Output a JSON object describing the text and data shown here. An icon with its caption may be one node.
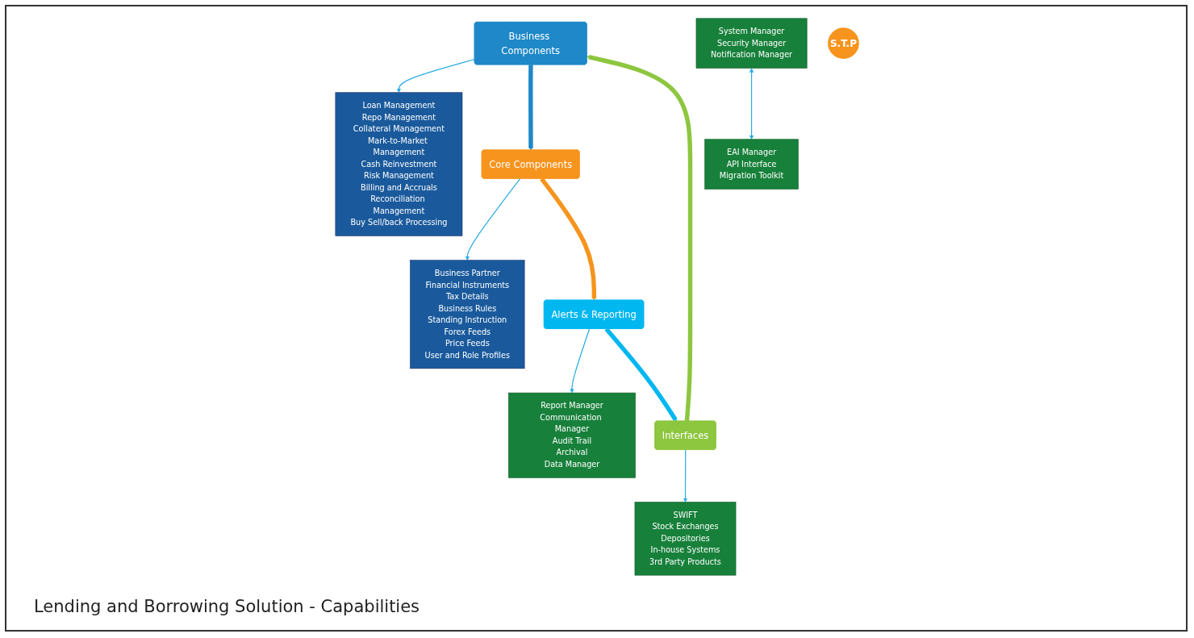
{
  "diagram": {
    "caption": "Lending and Borrowing Solution - Capabilities",
    "nodes": [
      {
        "text": [
          "System Manager",
          "Security Manager",
          "Notification Manager"
        ]
      },
      {
        "text": [
          "Loan Management",
          "Repo Management",
          "Collateral Management",
          "Mark-to-Market Management",
          "Cash Reinvestment",
          "Risk Management",
          "Billing and Accruals",
          "Reconciliation Management",
          "Buy Sell/back Processing"
        ]
      },
      {
        "text": [
          "Business Components"
        ]
      },
      {
        "text": [
          "Core Components"
        ]
      },
      {
        "text": [
          "Business Partner",
          "Financial Instruments",
          "Tax Details",
          "Business Rules",
          "Standing Instruction",
          "Forex Feeds",
          "Price Feeds",
          "User and Role Profiles"
        ]
      },
      {
        "text": [
          "S.T.P"
        ]
      },
      {
        "text": [
          "SWIFT",
          "Stock Exchanges",
          "Depositories",
          "In-house Systems",
          "3rd Party Products"
        ]
      },
      {
        "text": [
          "Interfaces"
        ]
      },
      {
        "text": [
          "Alerts & Reporting"
        ]
      },
      {
        "text": [
          "Report Manager",
          "Communication Manager",
          "Audit Trail",
          "Archival",
          "Data Manager"
        ]
      },
      {
        "text": [
          "EAI Manager",
          "API Interface",
          "Migration Toolkit"
        ]
      }
    ],
    "edges": [
      {
        "from": 0,
        "to": 10,
        "arrow": "both"
      },
      {
        "from": 2,
        "to": 1,
        "arrow": "to"
      },
      {
        "from": 3,
        "to": 4,
        "arrow": "to"
      },
      {
        "from": 7,
        "to": 6,
        "arrow": "to"
      },
      {
        "from": 8,
        "to": 9,
        "arrow": "to"
      },
      {
        "from": 7,
        "to": 2,
        "arrow": "to",
        "style": "thick",
        "color": "#8dc63f"
      },
      {
        "from": 2,
        "to": 3,
        "arrow": "to",
        "style": "thick",
        "color": "#1e88c8"
      },
      {
        "from": 3,
        "to": 8,
        "arrow": "to",
        "style": "thick",
        "color": "#f7941d"
      },
      {
        "from": 8,
        "to": 7,
        "arrow": "to",
        "style": "thick",
        "color": "#00b7f0"
      }
    ]
  }
}
